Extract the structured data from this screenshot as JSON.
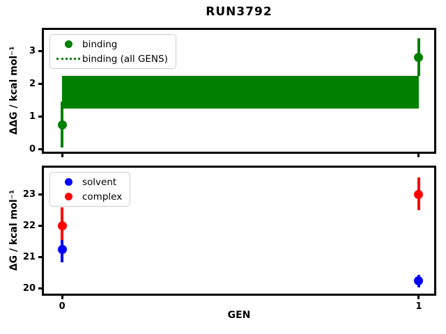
{
  "title": "RUN3792",
  "background_color": "#ffffff",
  "colors": {
    "binding": "#008000",
    "solvent": "#0000ff",
    "complex": "#ff0000",
    "spine": "#000000",
    "legend_border": "#cccccc"
  },
  "chart_data": [
    {
      "type": "scatter",
      "subplot": "top",
      "title": "RUN3792",
      "xlabel": "",
      "ylabel": "ΔΔG / kcal mol⁻¹",
      "xlim": [
        -0.051,
        1.043
      ],
      "ylim": [
        -0.07,
        3.65
      ],
      "xticks": [
        0,
        1
      ],
      "yticks": [
        0,
        1,
        2,
        3
      ],
      "grid": false,
      "legend": {
        "position": "upper left",
        "entries": [
          {
            "label": "binding",
            "marker": "circle",
            "color": "#008000"
          },
          {
            "label": "binding (all GENS)",
            "marker": "dotted-line",
            "color": "#008000"
          }
        ]
      },
      "band": {
        "name": "binding (all GENS)",
        "color": "#008000",
        "x": [
          0,
          1
        ],
        "y_lo": 1.25,
        "y_hi": 2.25
      },
      "series": [
        {
          "name": "binding",
          "color": "#008000",
          "marker": "circle",
          "points": [
            {
              "x": 0,
              "y": 0.75,
              "err_lo": 0.7,
              "err_hi": 0.7
            },
            {
              "x": 1,
              "y": 2.8,
              "err_lo": 0.55,
              "err_hi": 0.6
            }
          ]
        }
      ]
    },
    {
      "type": "scatter",
      "subplot": "bottom",
      "xlabel": "GEN",
      "ylabel": "ΔG / kcal mol⁻¹",
      "xlim": [
        -0.051,
        1.043
      ],
      "ylim": [
        19.84,
        23.86
      ],
      "xticks": [
        0,
        1
      ],
      "yticks": [
        20,
        21,
        22,
        23
      ],
      "grid": false,
      "legend": {
        "position": "upper left",
        "entries": [
          {
            "label": "solvent",
            "marker": "circle",
            "color": "#0000ff"
          },
          {
            "label": "complex",
            "marker": "circle",
            "color": "#ff0000"
          }
        ]
      },
      "series": [
        {
          "name": "solvent",
          "color": "#0000ff",
          "marker": "circle",
          "points": [
            {
              "x": 0,
              "y": 21.25,
              "err_lo": 0.4,
              "err_hi": 0.4
            },
            {
              "x": 1,
              "y": 20.25,
              "err_lo": 0.2,
              "err_hi": 0.2
            }
          ]
        },
        {
          "name": "complex",
          "color": "#ff0000",
          "marker": "circle",
          "points": [
            {
              "x": 0,
              "y": 22.0,
              "err_lo": 0.45,
              "err_hi": 0.6
            },
            {
              "x": 1,
              "y": 23.0,
              "err_lo": 0.5,
              "err_hi": 0.55
            }
          ]
        }
      ]
    }
  ]
}
